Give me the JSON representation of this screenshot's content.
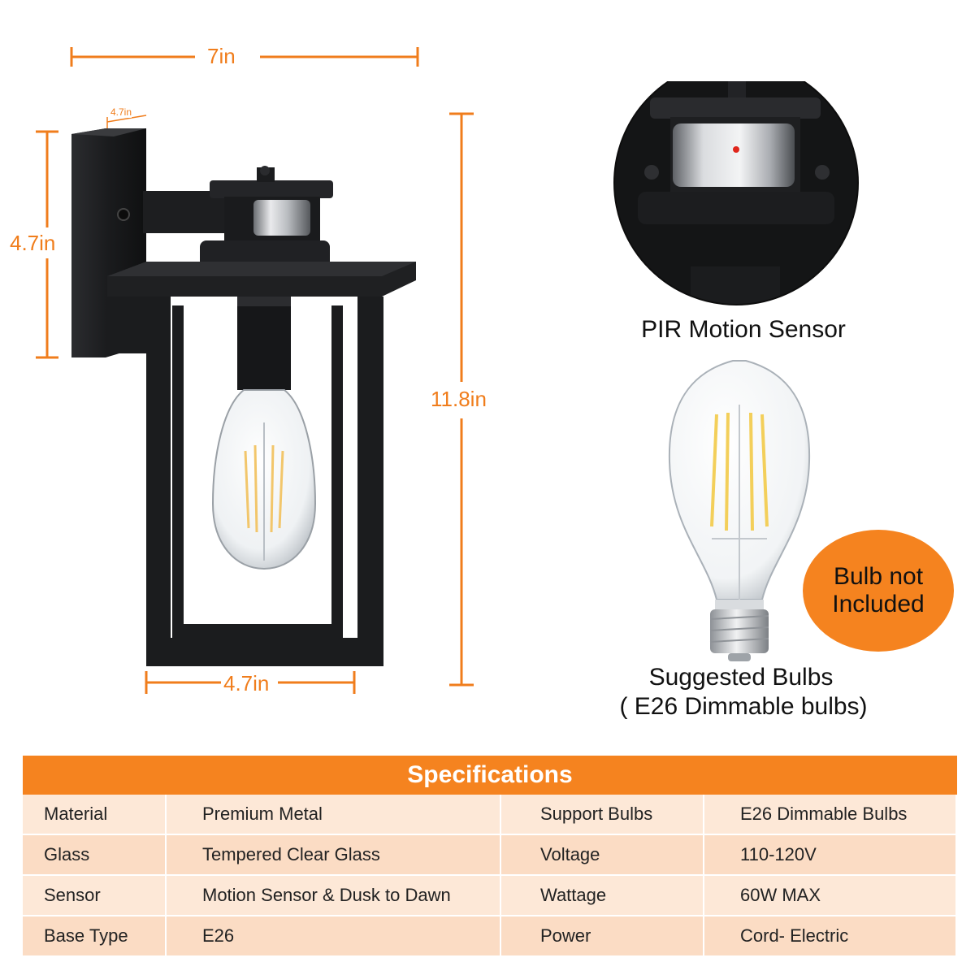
{
  "dimensions": {
    "top_width": "7in",
    "depth": "4.7in",
    "wall_plate_height": "4.7in",
    "overall_height": "11.8in",
    "bottom_width": "4.7in"
  },
  "captions": {
    "sensor": "PIR Motion Sensor",
    "bulb_line1": "Suggested Bulbs",
    "bulb_line2": "( E26 Dimmable bulbs)"
  },
  "badge": {
    "line1": "Bulb not",
    "line2": "Included"
  },
  "specifications": {
    "title": "Specifications",
    "rows": [
      {
        "label_left": "Material",
        "value_left": "Premium Metal",
        "label_right": "Support Bulbs",
        "value_right": "E26 Dimmable Bulbs"
      },
      {
        "label_left": "Glass",
        "value_left": "Tempered Clear Glass",
        "label_right": "Voltage",
        "value_right": "110-120V"
      },
      {
        "label_left": "Sensor",
        "value_left": "Motion Sensor & Dusk to Dawn",
        "label_right": "Wattage",
        "value_right": "60W MAX"
      },
      {
        "label_left": "Base Type",
        "value_left": "E26",
        "label_right": "Power",
        "value_right": "Cord- Electric"
      }
    ]
  },
  "colors": {
    "accent_orange": "#f5831f",
    "dimension_orange": "#f07d1c",
    "fixture_black": "#1c1d1f",
    "row_light": "#fde8d7",
    "row_dark": "#fbdcc4"
  }
}
